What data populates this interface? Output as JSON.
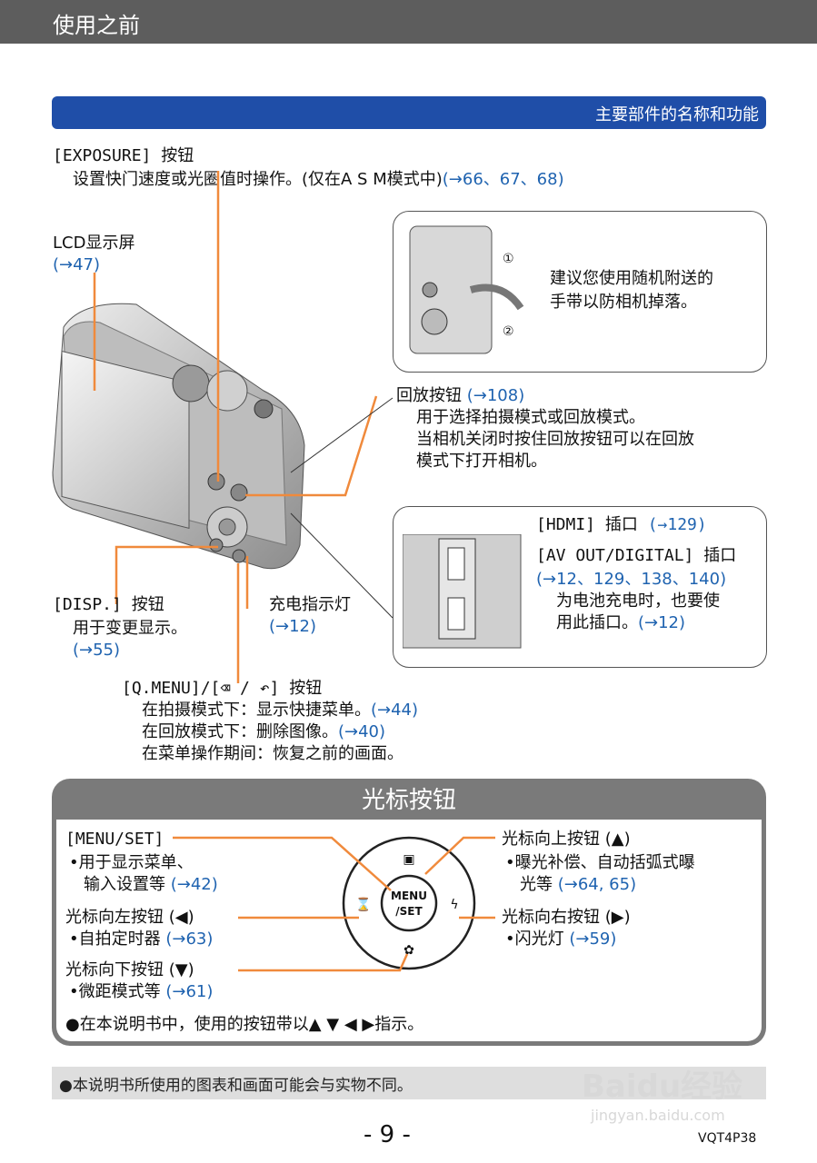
{
  "header": {
    "title": "使用之前"
  },
  "section_bar": {
    "title": "主要部件的名称和功能"
  },
  "exposure": {
    "name": "[EXPOSURE] 按钮",
    "desc": "设置快门速度或光圈值时操作。(仅在A S M模式中)",
    "ref": "(→66、67、68)"
  },
  "lcd": {
    "name": "LCD显示屏",
    "ref": "(→47)"
  },
  "strap": {
    "line1": "建议您使用随机附送的",
    "line2": "手带以防相机掉落。",
    "n1": "①",
    "n2": "②"
  },
  "playback": {
    "name": "回放按钮",
    "ref": "(→108)",
    "line1": "用于选择拍摄模式或回放模式。",
    "line2": "当相机关闭时按住回放按钮可以在回放",
    "line3": "模式下打开相机。"
  },
  "hdmi": {
    "name": "[HDMI] 插口",
    "ref": "(→129)"
  },
  "avout": {
    "name": "[AV OUT/DIGITAL] 插口",
    "ref": "(→12、129、138、140)",
    "line1": "为电池充电时，也要使",
    "line2": "用此插口。",
    "line2_ref": "(→12)"
  },
  "disp": {
    "name": "[DISP.] 按钮",
    "desc": "用于变更显示。",
    "ref": "(→55)"
  },
  "charge": {
    "name": "充电指示灯",
    "ref": "(→12)"
  },
  "qmenu": {
    "name": "[Q.MENU]/[⌫ / ↶] 按钮",
    "line1": "在拍摄模式下：显示快捷菜单。",
    "line1_ref": "(→44)",
    "line2": "在回放模式下：删除图像。",
    "line2_ref": "(→40)",
    "line3": "在菜单操作期间：恢复之前的画面。"
  },
  "cursor": {
    "title": "光标按钮",
    "menuset": {
      "name": "[MENU/SET]",
      "line1": "•用于显示菜单、",
      "line2": "输入设置等",
      "ref": "(→42)"
    },
    "left": {
      "name": "光标向左按钮 (◀)",
      "line1": "•自拍定时器",
      "ref": "(→63)"
    },
    "down": {
      "name": "光标向下按钮 (▼)",
      "line1": "•微距模式等",
      "ref": "(→61)"
    },
    "up": {
      "name": "光标向上按钮 (▲)",
      "line1": "•曝光补偿、自动括弧式曝",
      "line2": "光等",
      "ref": "(→64, 65)"
    },
    "right": {
      "name": "光标向右按钮 (▶)",
      "line1": "•闪光灯",
      "ref": "(→59)"
    },
    "dial_center": "MENU/SET",
    "note": "●在本说明书中，使用的按钮带以▲ ▼ ◀ ▶指示。"
  },
  "footer_note": "●本说明书所使用的图表和画面可能会与实物不同。",
  "page_number": "- 9 -",
  "model_code": "VQT4P38",
  "watermark": {
    "brand": "Baidu经验",
    "url": "jingyan.baidu.com"
  }
}
